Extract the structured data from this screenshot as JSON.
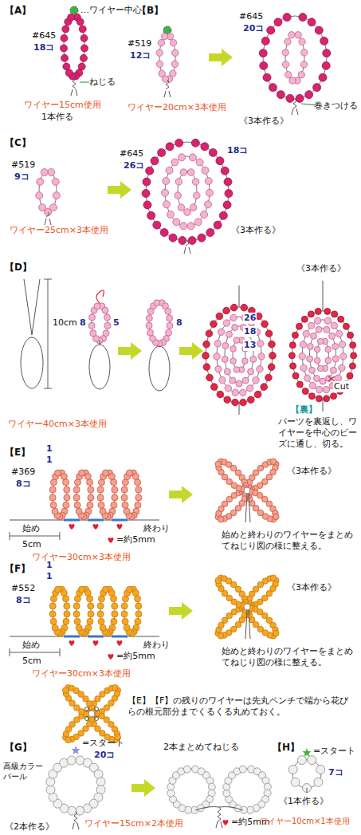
{
  "diagram": {
    "labels": [
      "【A】",
      "…ワイヤー中心",
      "#645",
      "18コ",
      "ねじる",
      "ワイヤー15cm使用",
      "1本作る",
      "【B】",
      "#519",
      "12コ",
      "#645",
      "20コ",
      "巻きつける",
      "ワイヤー20cm×3本使用",
      "《3本作る》",
      "【C】",
      "#519",
      "9コ",
      "#645",
      "26コ",
      "18コ",
      "ワイヤー25cm×3本使用",
      "《3本作る》",
      "【D】",
      "10cm",
      "8",
      "5",
      "8",
      "26",
      "18",
      "13",
      "《3本作る》",
      "Cut",
      "【裏】",
      "パーツを裏返し、ワイヤーを中心のビーズに通し、切る。",
      "ワイヤー40cm×3本使用",
      "【E】",
      "1",
      "1",
      "#369",
      "8コ",
      "始め",
      "終わり",
      "5cm",
      "=約5mm",
      "ワイヤー30cm×3本使用",
      "《3本作る》",
      "始めと終わりのワイヤーをまとめてねじり図の様に整える。",
      "【F】",
      "1",
      "1",
      "#552",
      "8コ",
      "始め",
      "終わり",
      "5cm",
      "=約5mm",
      "ワイヤー30cm×3本使用",
      "《3本作る》",
      "始めと終わりのワイヤーをまとめてねじり図の様に整える。",
      "【E】【F】の残りのワイヤーは先丸ペンチで端から花びらの根元部分までくるくる丸めておく。",
      "【G】",
      "=スタート",
      "高級カラーパール",
      "20コ",
      "《2本作る》",
      "2本まとめてねじる",
      "=約5mm",
      "ワイヤー15cm×2本使用",
      "【H】",
      "=スタート",
      "7コ",
      "《1本作る》",
      "ワイヤー10cm×1本使用"
    ]
  }
}
